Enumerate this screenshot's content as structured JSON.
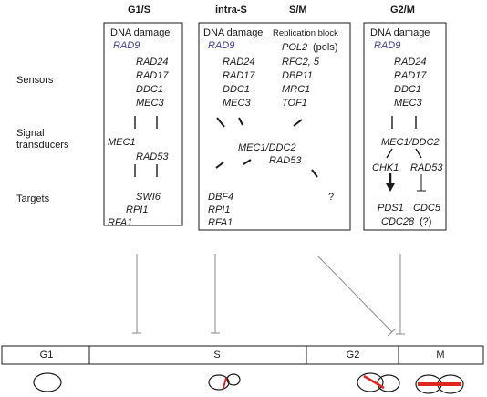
{
  "phase_headers": {
    "g1s": "G1/S",
    "intras": "intra-S",
    "sm": "S/M",
    "g2m": "G2/M"
  },
  "row_labels": {
    "sensors": "Sensors",
    "signal_1": "Signal",
    "signal_2": "transducers",
    "targets": "Targets"
  },
  "box1": {
    "title": "DNA damage",
    "rad9": "RAD9",
    "rad24": "RAD24",
    "rad17": "RAD17",
    "ddc1": "DDC1",
    "mec3": "MEC3",
    "mec1": "MEC1",
    "rad53": "RAD53",
    "swi6": "SWI6",
    "rpi1": "RPI1",
    "rfa1": "RFA1"
  },
  "box2": {
    "title": "DNA damage",
    "rad9": "RAD9",
    "rad24": "RAD24",
    "rad17": "RAD17",
    "ddc1": "DDC1",
    "mec3": "MEC3",
    "rep_title": "Replication block",
    "pol2": "POL2",
    "pols": "(pols)",
    "rfc": "RFC2, 5",
    "dbp11": "DBP11",
    "mrc1": "MRC1",
    "tof1": "TOF1",
    "mec1ddc2": "MEC1/DDC2",
    "rad53": "RAD53",
    "dbf4": "DBF4",
    "rpi1": "RPI1",
    "rfa1": "RFA1",
    "q": "?"
  },
  "box3": {
    "title": "DNA damage",
    "rad9": "RAD9",
    "rad24": "RAD24",
    "rad17": "RAD17",
    "ddc1": "DDC1",
    "mec3": "MEC3",
    "mec1ddc2": "MEC1/DDC2",
    "chk1": "CHK1",
    "rad53": "RAD53",
    "pds1": "PDS1",
    "cdc5": "CDC5",
    "cdc28": "CDC28",
    "cdc28_q": "(?)"
  },
  "cell_cycle": {
    "g1": "G1",
    "s": "S",
    "g2": "G2",
    "m": "M"
  },
  "colors": {
    "ink": "#1a1a1a",
    "blue": "#3d3d9f",
    "line": "#8a8a8a",
    "red": "#e0271f"
  }
}
